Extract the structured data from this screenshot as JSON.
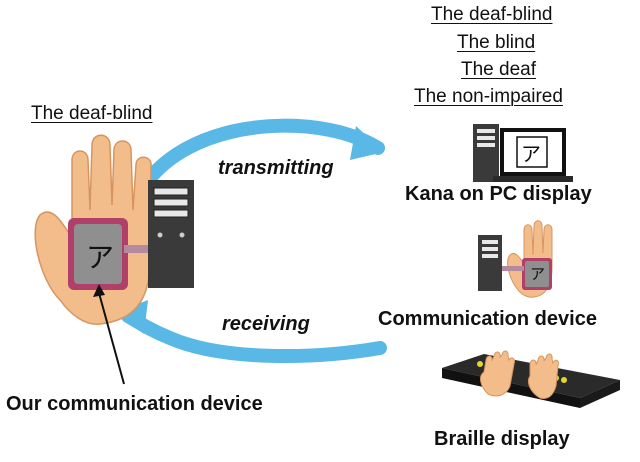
{
  "left": {
    "header": "The deaf-blind",
    "device_label": "Our communication device",
    "kana": "ア"
  },
  "flows": {
    "transmitting": "transmitting",
    "receiving": "receiving"
  },
  "right": {
    "audiences": [
      "The deaf-blind",
      "The blind",
      "The deaf",
      "The non-impaired"
    ],
    "outputs": {
      "pc": "Kana on PC display",
      "comm": "Communication device",
      "braille": "Braille display"
    },
    "kana": "ア"
  },
  "colors": {
    "arrow": "#5ab8e6",
    "skin": "#f3bd8b",
    "device_frame": "#b0406a",
    "device_face": "#8f8f8f",
    "computer": "#3a3a3a",
    "braille_dots": "#e3d82a"
  }
}
